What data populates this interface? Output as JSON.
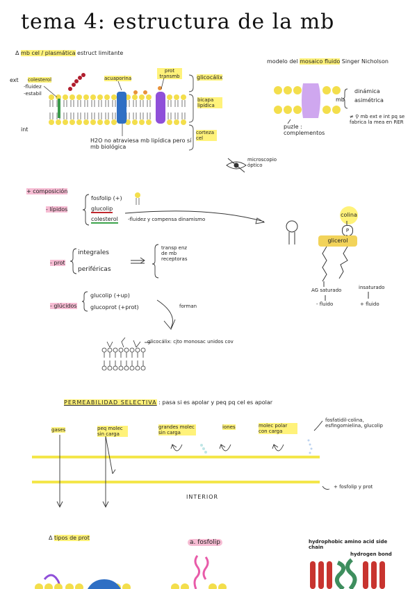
{
  "title": "tema 4: estructura de la mb",
  "section1": {
    "triangle": "Δ",
    "mb_label": "mb cel / plasmática",
    "mb_desc": "estruct limitante",
    "ext": "ext",
    "int": "int",
    "colesterol": "colesterol",
    "fluidez": "-fluidez",
    "estabilidad": "-estabil",
    "acuaporina": "acuaporina",
    "prot_transmb": "prot transmb",
    "glicocalix": "glicocálix",
    "bicapa": "bicapa lipídica",
    "corteza": "corteza cel",
    "h2o": "H2O no atraviesa mb lipídica pero sí mb biológica",
    "microscopio": "microscopio óptico"
  },
  "model": {
    "title_pre": "modelo del",
    "title_hl": "mosaico fluido",
    "title_post": "Singer Nicholson",
    "mb": "mb",
    "dinamica": "dinámica",
    "asimetrica": "asimétrica",
    "puzle": "puzle : complementos",
    "note": "≠ ⚲ mb ext e int pq se fabrica la mea en RER"
  },
  "composicion": {
    "title": "+ composición",
    "lipidos": "- lípidos",
    "l1": "fosfolip (+)",
    "l2": "glucolip",
    "l3": "colesterol",
    "l3_note": "-fluidez y compensa dinamismo",
    "colina": "colina",
    "p": "P",
    "glicerol": "glicerol",
    "ag_sat": "AG saturado",
    "insat": "insaturado",
    "menos_fluido": "- fluido",
    "mas_fluido": "+ fluido",
    "prot": "- prot",
    "p1": "integrales",
    "p2": "periféricas",
    "p_note": "transp enz de mb receptoras",
    "glucidos": "- glúcidos",
    "g1": "glucolip (+up)",
    "g2": "glucoprot (+prot)",
    "forman": "forman",
    "glicocalix_note": "glicocálix: cjto monosac unidos cov"
  },
  "permeabilidad": {
    "title": "PERMEABILIDAD SELECTIVA",
    "subtitle": ": pasa si es apolar y peq pq cel es apolar",
    "gases": "gases",
    "peq": "peq molec sin carga",
    "grandes": "grandes molec sin carga",
    "iones": "iones",
    "polar": "molec polar con carga",
    "fosfa": "fosfatidil-colina, esfingomielina, glucolip",
    "interior": "INTERIOR",
    "fosfolip_prot": "+ fosfolip y prot"
  },
  "tipos": {
    "triangle": "Δ",
    "title": "tipos de prot",
    "a": "a. fosfolip",
    "hydrophobic": "hydrophobic amino acid side chain",
    "hbond": "hydrogen bond"
  }
}
